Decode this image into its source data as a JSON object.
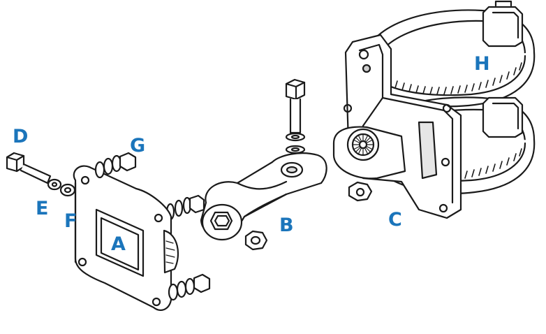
{
  "labels": {
    "a": "A",
    "b": "B",
    "c": "C",
    "d": "D",
    "e": "E",
    "f": "F",
    "g": "G",
    "h": "H"
  },
  "colors": {
    "label": "#1b75bb",
    "line": "#1a1a1a",
    "shade": "#cfcfcf",
    "light": "#eeeeee"
  }
}
